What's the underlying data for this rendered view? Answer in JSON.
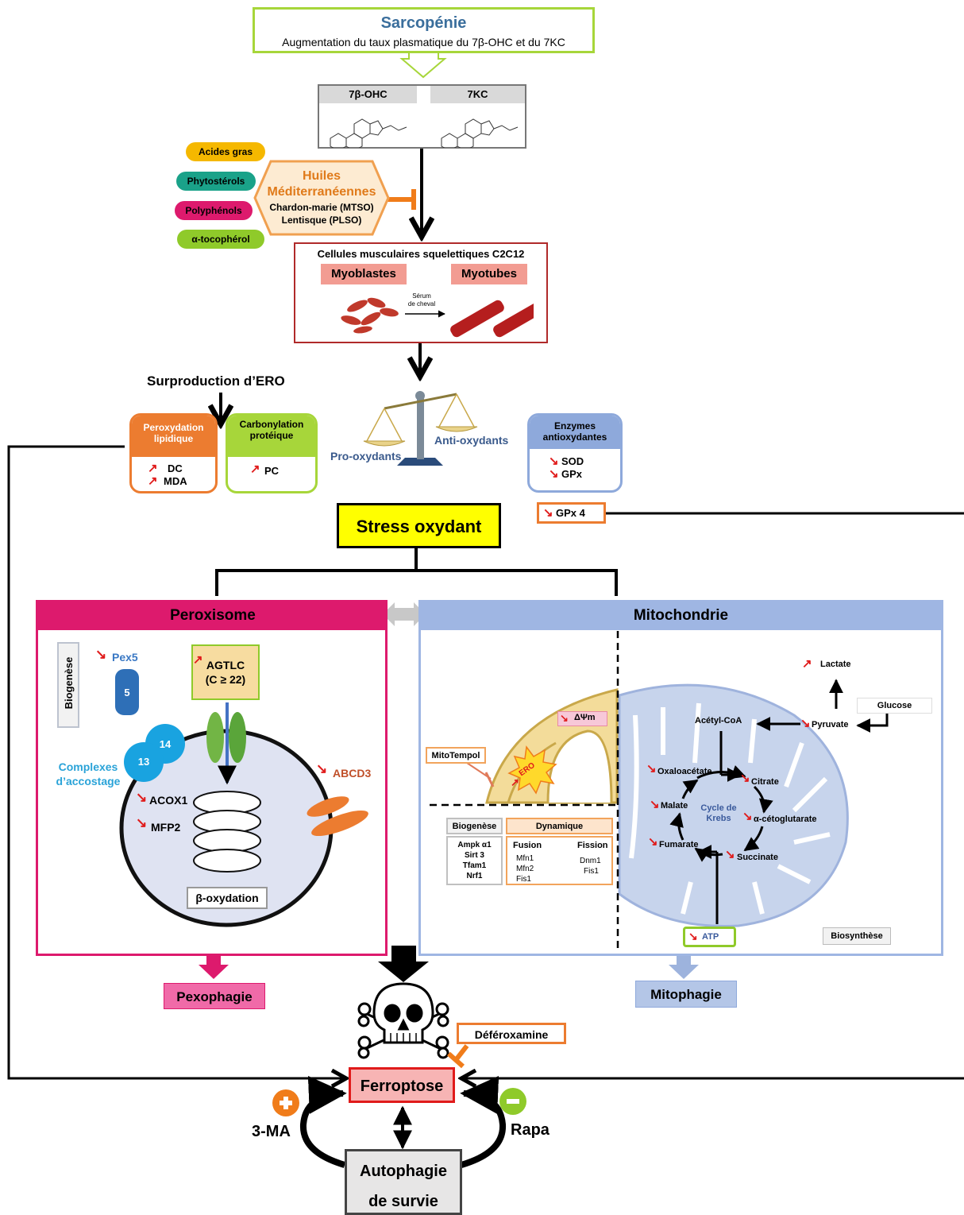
{
  "header": {
    "title": "Sarcopénie",
    "subtitle": "Augmentation du taux plasmatique du 7β-OHC et du 7KC"
  },
  "oxysterols": {
    "left_label": "7β-OHC",
    "right_label": "7KC"
  },
  "oils": {
    "title_line1": "Huiles",
    "title_line2": "Méditerranéennes",
    "line3": "Chardon-marie (MTSO)",
    "line4": "Lentisque (PLSO)",
    "compounds": [
      "Acides gras",
      "Phytostérols",
      "Polyphénols",
      "α-tocophérol"
    ],
    "compound_colors": [
      "#f5b800",
      "#1aa289",
      "#dd1a6d",
      "#8fca2a"
    ]
  },
  "cells": {
    "title": "Cellules musculaires squelettiques C2C12",
    "myoblasts": "Myoblastes",
    "myotubes": "Myotubes",
    "serum_line1": "Sérum",
    "serum_line2": "de cheval"
  },
  "balance": {
    "pro": "Pro-oxydants",
    "anti": "Anti-oxydants"
  },
  "ero": {
    "title": "Surproduction d’ERO",
    "lipid_title": "Peroxydation lipidique",
    "lipid_items": [
      "DC",
      "MDA"
    ],
    "protein_title": "Carbonylation protéique",
    "protein_items": [
      "PC"
    ],
    "enzymes_title": "Enzymes antioxydantes",
    "enzyme_items": [
      "SOD",
      "GPx"
    ],
    "gpx4": "GPx 4"
  },
  "stress": "Stress oxydant",
  "peroxisome": {
    "title": "Peroxisome",
    "biogenesis": "Biogenèse",
    "pex5": "Pex5",
    "pex5_num": "5",
    "agtlc_line1": "AGTLC",
    "agtlc_line2": "(C ≥ 22)",
    "num14": "14",
    "num13": "13",
    "complexes_line1": "Complexes",
    "complexes_line2": "d’accostage",
    "abcd3": "ABCD3",
    "acox1": "ACOX1",
    "mfp2": "MFP2",
    "beta_ox": "β-oxydation"
  },
  "mitochondrie": {
    "title": "Mitochondrie",
    "delta_psi": "ΔΨm",
    "mitotempol": "MitoTempol",
    "ero": "ERO",
    "biogenese": "Biogenèse",
    "dynamique": "Dynamique",
    "biogenese_items": [
      "Ampk α1",
      "Sirt 3",
      "Tfam1",
      "Nrf1"
    ],
    "fusion": "Fusion",
    "fission": "Fission",
    "fusion_items": [
      "Mfn1",
      "Mfn2",
      "Fis1"
    ],
    "fission_items": [
      "Dnm1",
      "Fis1"
    ],
    "lactate": "Lactate",
    "glucose": "Glucose",
    "pyruvate": "Pyruvate",
    "acetyl_coa": "Acétyl-CoA",
    "citrate": "Citrate",
    "oxaloacetate": "Oxaloacétate",
    "malate": "Malate",
    "alpha_keto": "α-cétoglutarate",
    "fumarate": "Fumarate",
    "succinate": "Succinate",
    "krebs_line1": "Cycle de",
    "krebs_line2": "Krebs",
    "atp": "ATP",
    "biosynthese": "Biosynthèse"
  },
  "outcomes": {
    "pexophagie": "Pexophagie",
    "mitophagie": "Mitophagie",
    "deferoxamine": "Déféroxamine",
    "ferroptose": "Ferroptose",
    "three_ma": "3-MA",
    "rapa": "Rapa",
    "autophagie_line1": "Autophagie",
    "autophagie_line2": "de survie"
  }
}
